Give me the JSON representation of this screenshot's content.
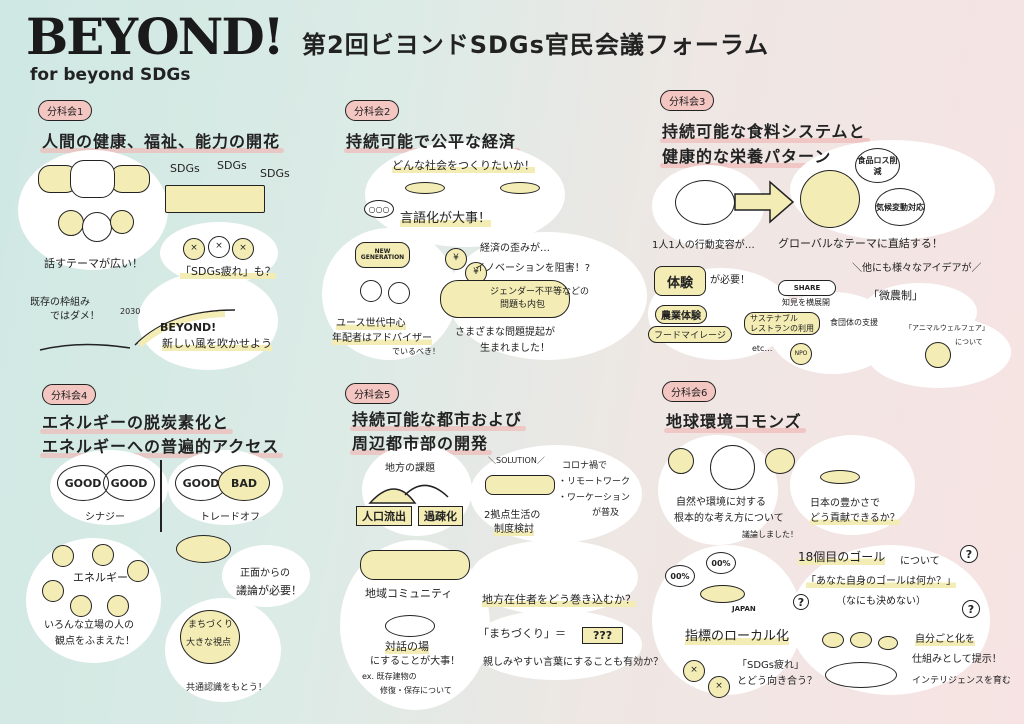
{
  "header": {
    "logo": "BEYOND!",
    "sublogo": "for beyond SDGs",
    "title": "第2回ビヨンドSDGs官民会議フォーラム"
  },
  "s1": {
    "badge": "分科会1",
    "title": "人間の健康、福祉、能力の開花",
    "sdgs": [
      "SDGs",
      "SDGs",
      "SDGs"
    ],
    "wide": "話すテーマが広い！",
    "tired": "「SDGs疲れ」も？",
    "frame1": "既存の枠組み",
    "frame2": "ではダメ！",
    "year": "2030",
    "beyond": "BEYOND!",
    "wind": "新しい風を吹かせよう"
  },
  "s2": {
    "badge": "分科会2",
    "title": "持続可能で公平な経済",
    "society": "どんな社会をつくりたいか！",
    "words": "言語化が大事！",
    "newgen": "NEW GENERATION",
    "youth1": "ユース世代中心",
    "youth2": "年配者はアドバイザー",
    "youth3": "でいるべき！",
    "econ1": "経済の歪みが…",
    "econ2": "イノベーションを阻害！?",
    "gender1": "ジェンダー不平等などの",
    "gender2": "問題も内包",
    "issues1": "さまざまな問題提起が",
    "issues2": "生まれました！",
    "yen": "¥"
  },
  "s3": {
    "badge": "分科会3",
    "title1": "持続可能な食料システムと",
    "title2": "健康的な栄養パターン",
    "behavior": "1人1人の行動変容が…",
    "global": "グローバルなテーマに直結する！",
    "foodloss": "食品ロス削減",
    "climate": "気候変動対応",
    "experience": "体験",
    "needed": "が必要！",
    "farm": "農業体験",
    "mileage": "フードマイレージ",
    "restaurant1": "サステナブル",
    "restaurant2": "レストランの利用",
    "etc": "etc…",
    "share": "SHARE",
    "expand": "知見を横展開",
    "support": "食団体の支援",
    "npo": "NPO",
    "ideas": "＼他にも様々なアイデアが／",
    "bino": "「微農制」",
    "animal": "「アニマルウェルフェア」",
    "about": "について"
  },
  "s4": {
    "badge": "分科会4",
    "title1": "エネルギーの脱炭素化と",
    "title2": "エネルギーへの普遍的アクセス",
    "good": "GOOD",
    "bad": "BAD",
    "synergy": "シナジー",
    "tradeoff": "トレードオフ",
    "energy": "エネルギー",
    "views1": "いろんな立場の人の",
    "views2": "観点をふまえた！",
    "debate1": "正面からの",
    "debate2": "議論が必要！",
    "town": "まちづくり",
    "big": "大きな視点",
    "common": "共通認識をもとう！"
  },
  "s5": {
    "badge": "分科会5",
    "title1": "持続可能な都市および",
    "title2": "周辺都市部の開発",
    "local": "地方の課題",
    "outflow": "人口流出",
    "depop": "過疎化",
    "solution": "＼SOLUTION／",
    "dual1": "2拠点生活の",
    "dual2": "制度検討",
    "covid": "コロナ禍で",
    "remote": "・リモートワーク",
    "workation": "・ワーケーション",
    "spread": "が普及",
    "community": "地域コミュニティ",
    "dialog1": "対話の場",
    "dialog2": "にすることが大事！",
    "ex1": "ex. 既存建物の",
    "ex2": "修復・保存について",
    "involve": "地方在住者をどう巻き込むか？",
    "machi": "「まちづくり」＝",
    "qqq": "???",
    "friendly": "親しみやすい言葉にすることも有効か？"
  },
  "s6": {
    "badge": "分科会6",
    "title": "地球環境コモンズ",
    "nature1": "自然や環境に対する",
    "nature2": "根本的な考え方について",
    "nature3": "議論しました！",
    "japan1": "日本の豊かさで",
    "japan2": "どう貢献できるか？",
    "goal18": "18個目のゴール",
    "about": "について",
    "yourgoal": "「あなた自身のゴールは何か？」",
    "nothing": "（なにも決めない）",
    "pct": "00%",
    "japan": "JAPAN",
    "localize": "指標のローカル化",
    "tired1": "「SDGs疲れ」",
    "tired2": "とどう向き合う？",
    "own": "自分ごと化を",
    "system": "仕組みとして提示！",
    "intel": "インテリジェンスを育む",
    "q": "?"
  }
}
